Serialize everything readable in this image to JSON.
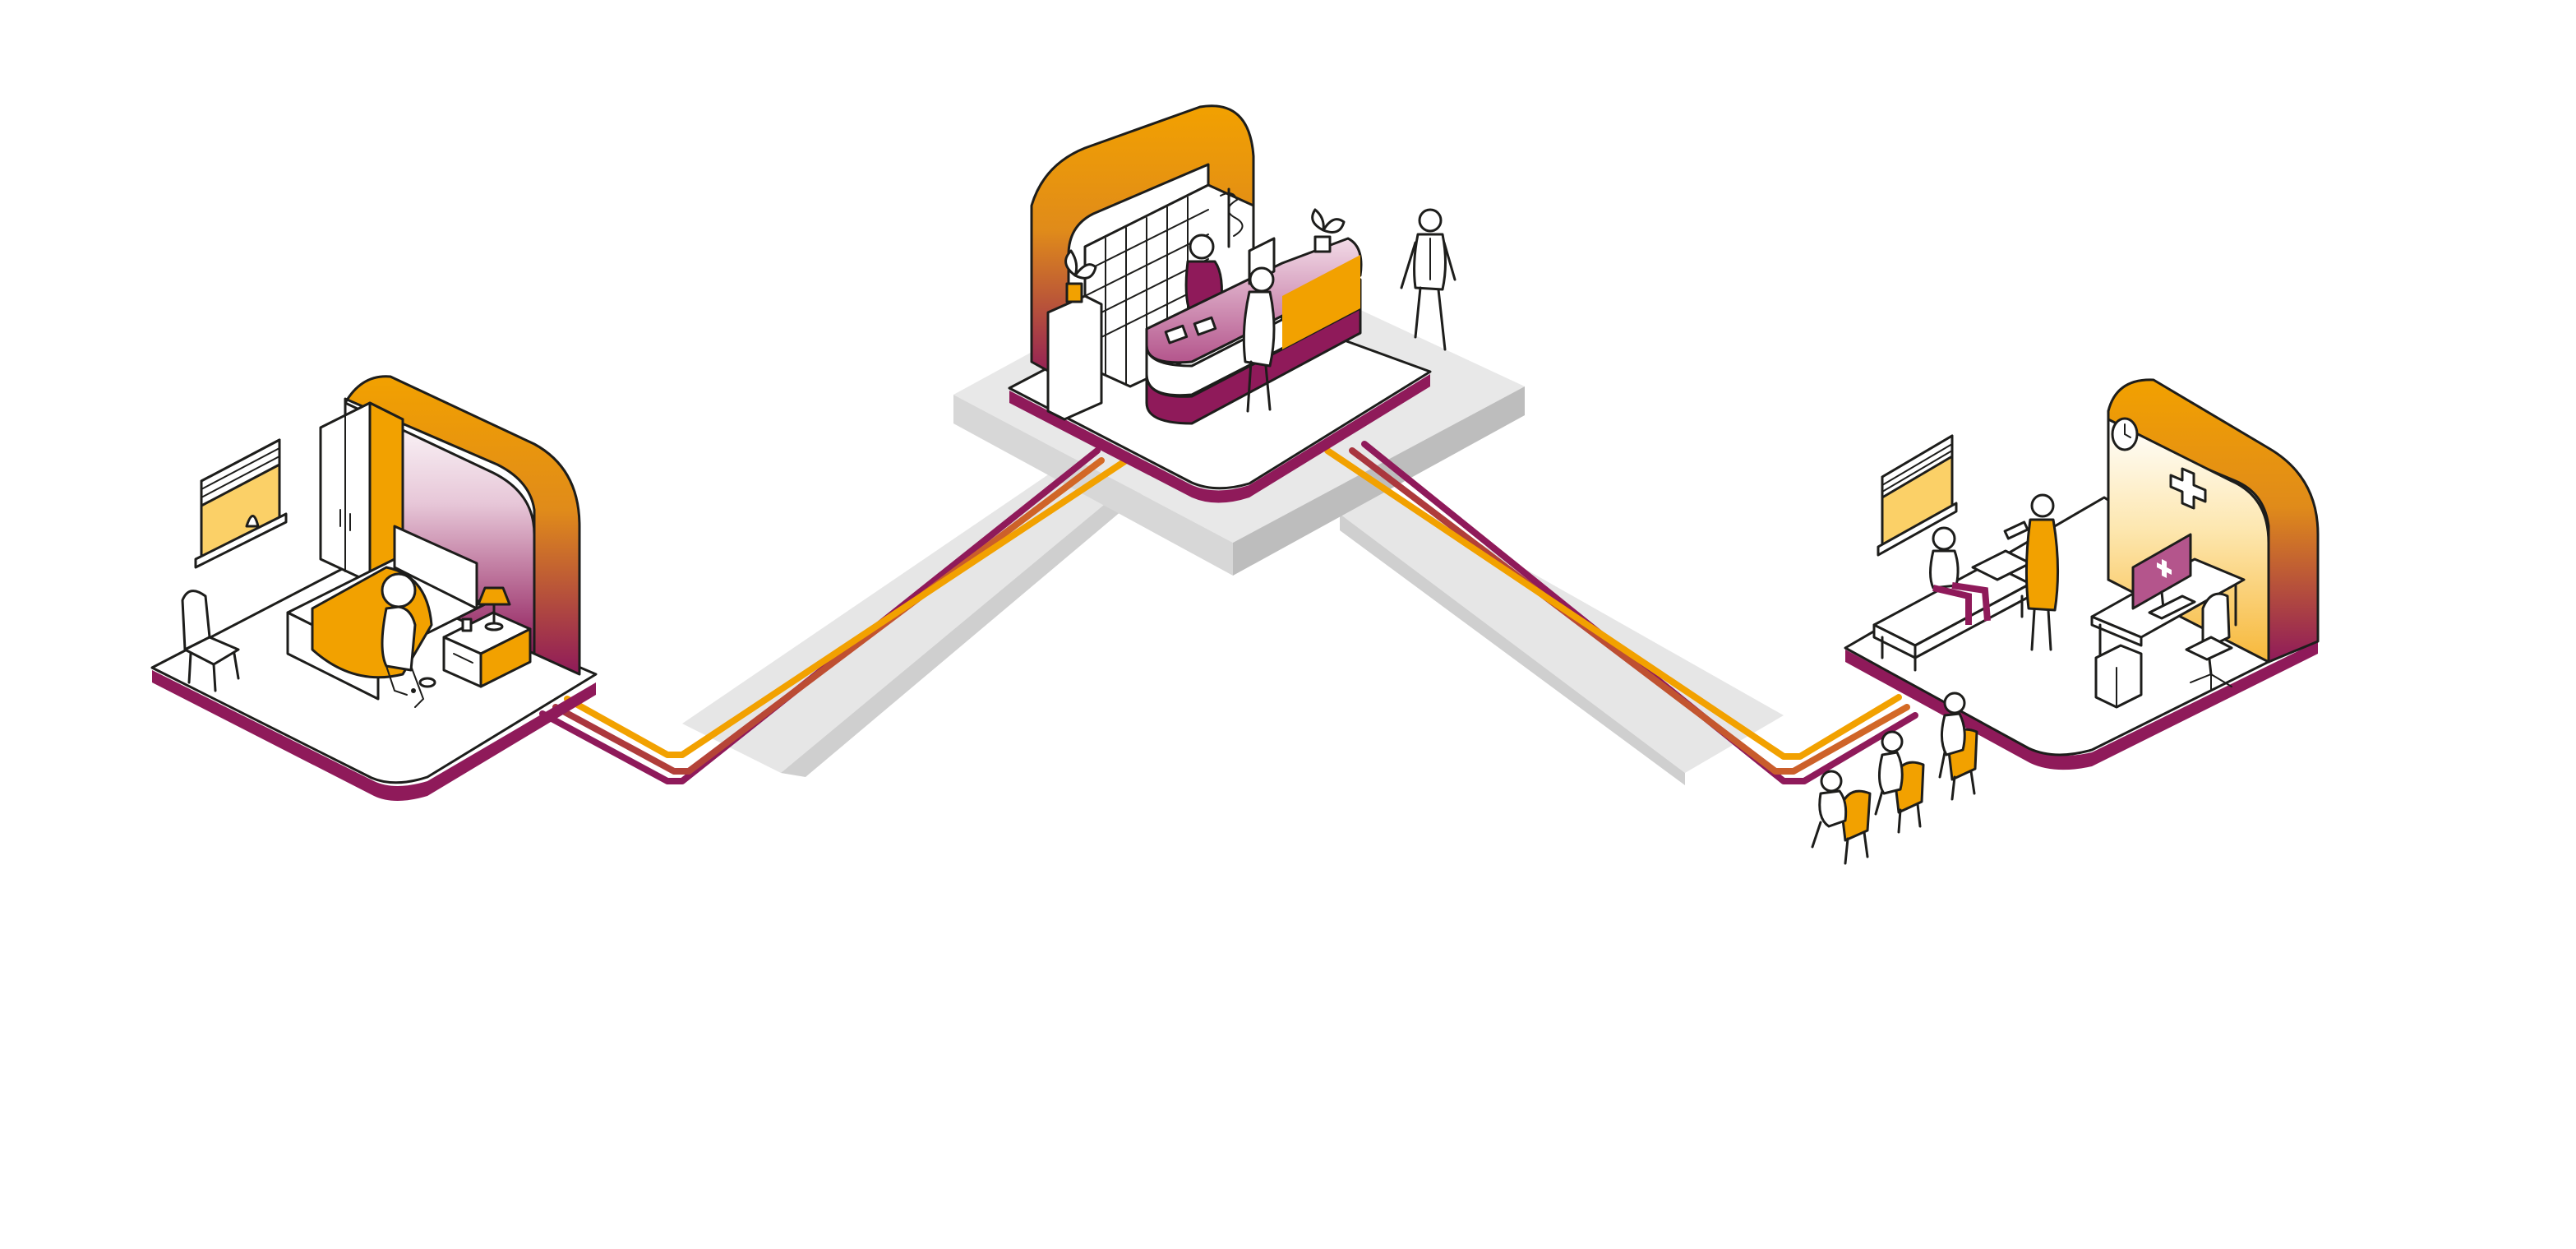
{
  "scene": {
    "title": "",
    "rooms": [
      {
        "id": "bedroom",
        "description": ""
      },
      {
        "id": "pharmacy",
        "description": ""
      },
      {
        "id": "clinic",
        "description": ""
      }
    ]
  },
  "colors": {
    "orange": "#f2a100",
    "orange_light": "#fbd067",
    "magenta": "#8f1a5a",
    "magenta_mid": "#b4558c",
    "copper": "#c25a2a",
    "platform_gray": "#e3e3e3",
    "platform_shadow": "#bdbdbd",
    "ink": "#1d1d1b",
    "floor": "#ffffff"
  },
  "icons": [
    "window-blinds-icon",
    "clock-icon",
    "medical-cross-icon",
    "pharmacy-caduceus-icon",
    "plant-icon",
    "computer-icon",
    "chair-icon",
    "bed-icon",
    "lamp-icon",
    "wardrobe-icon"
  ]
}
